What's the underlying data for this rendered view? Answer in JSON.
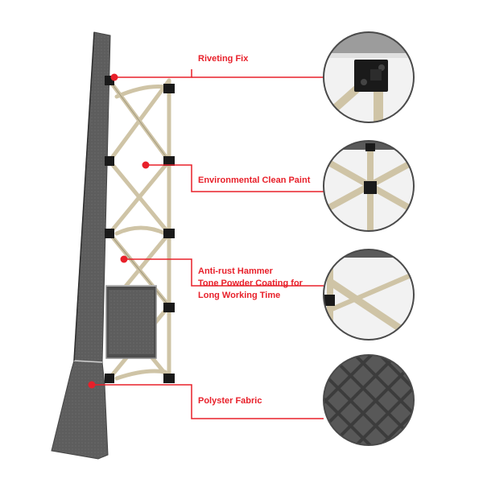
{
  "callouts": [
    {
      "id": "riveting",
      "text": "Riveting Fix",
      "detail": "rivet-joint-closeup"
    },
    {
      "id": "paint",
      "text": "Environmental Clean Paint",
      "detail": "cross-frame-joint-closeup"
    },
    {
      "id": "coating",
      "lines": [
        "Anti-rust Hammer",
        "Tone Powder Coating for",
        "Long Working Time"
      ],
      "detail": "frame-hinge-closeup"
    },
    {
      "id": "fabric",
      "text": "Polyster Fabric",
      "detail": "diamond-fabric-texture-closeup"
    }
  ],
  "colors": {
    "accent": "#e8202a",
    "frame": "#cfc4a6",
    "fabric": "#5a5a5a",
    "bracket": "#1a1a1a",
    "circle_border": "#4a4a4a"
  },
  "icons": [
    "callout-dot",
    "callout-connector",
    "detail-magnifier-circle"
  ]
}
